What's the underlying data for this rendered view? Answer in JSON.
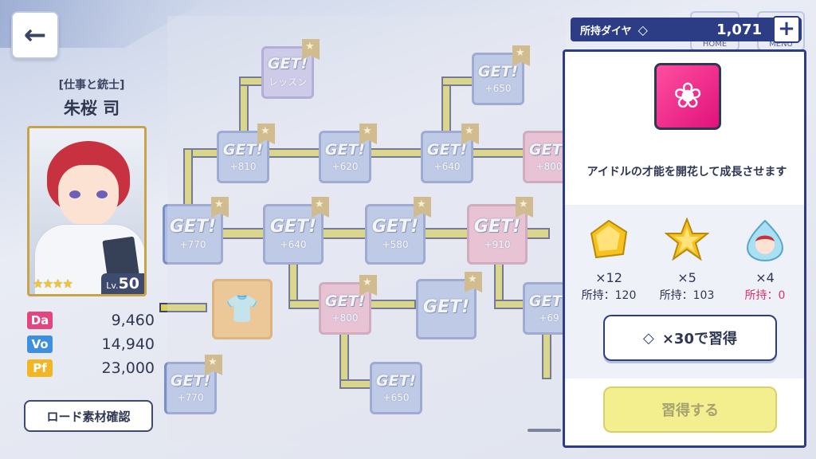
{
  "header": {
    "currency_label": "所持ダイヤ",
    "currency_amount": "1,071",
    "plus_label": "+",
    "home_label": "HOME",
    "menu_label": "MENU"
  },
  "character": {
    "subtitle": "[仕事と銃士]",
    "name": "朱桜 司",
    "stars": "★★★★",
    "level_prefix": "Lv.",
    "level": "50"
  },
  "stats": [
    {
      "label": "Da",
      "value": "9,460",
      "color": "#e3457f"
    },
    {
      "label": "Vo",
      "value": "14,940",
      "color": "#3f8fe0"
    },
    {
      "label": "Pf",
      "value": "23,000",
      "color": "#f2b624"
    }
  ],
  "road_button": "ロード素材確認",
  "board": {
    "tiles": [
      {
        "get": "GET!",
        "sub": "レッスン"
      },
      {
        "get": "GET!",
        "sub": "+650"
      },
      {
        "get": "GET!",
        "sub": "+810"
      },
      {
        "get": "GET!",
        "sub": "+620"
      },
      {
        "get": "GET!",
        "sub": "+640"
      },
      {
        "get": "GET!",
        "sub": "+800"
      },
      {
        "get": "GET!",
        "sub": "+770"
      },
      {
        "get": "GET!",
        "sub": "+640"
      },
      {
        "get": "GET!",
        "sub": "+580"
      },
      {
        "get": "GET!",
        "sub": "+910"
      },
      {
        "get": "GET!",
        "sub": "+800"
      },
      {
        "get": "GET!",
        "sub": ""
      },
      {
        "get": "GET!",
        "sub": "+69"
      },
      {
        "get": "GET!",
        "sub": "+770"
      },
      {
        "get": "GET!",
        "sub": "+650"
      }
    ]
  },
  "panel": {
    "description": "アイドルの才能を開花して成長させます",
    "materials": [
      {
        "qty": "×12",
        "owned": "所持：120",
        "insufficient": false
      },
      {
        "qty": "×5",
        "owned": "所持：103",
        "insufficient": false
      },
      {
        "qty": "×4",
        "owned": "所持：0",
        "insufficient": true
      }
    ],
    "learn_button": "×30で習得",
    "acquire_button": "習得する"
  }
}
